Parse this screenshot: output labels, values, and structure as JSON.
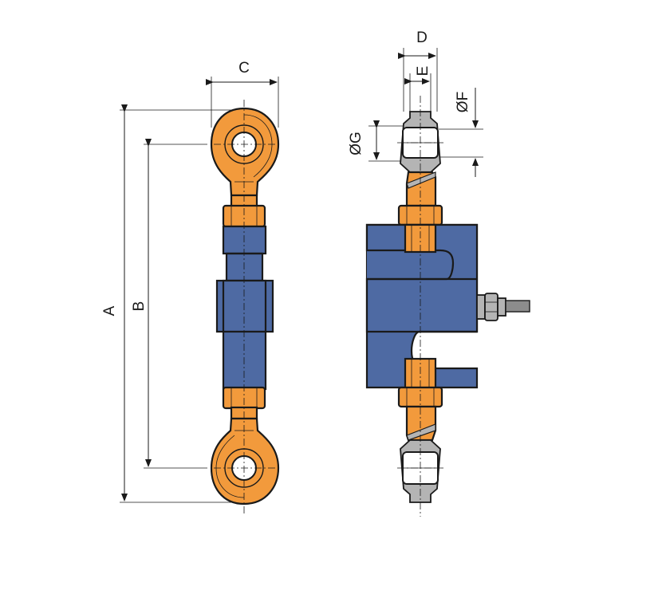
{
  "colors": {
    "body_blue": "#4e6aa3",
    "rod_end_orange": "#f29a3c",
    "metal_grey": "#b4b4b4",
    "cable_grey": "#8c8c8c"
  },
  "dimensions": {
    "A": "A",
    "B": "B",
    "C": "C",
    "D": "D",
    "E": "E",
    "F": "ØF",
    "G": "ØG"
  }
}
